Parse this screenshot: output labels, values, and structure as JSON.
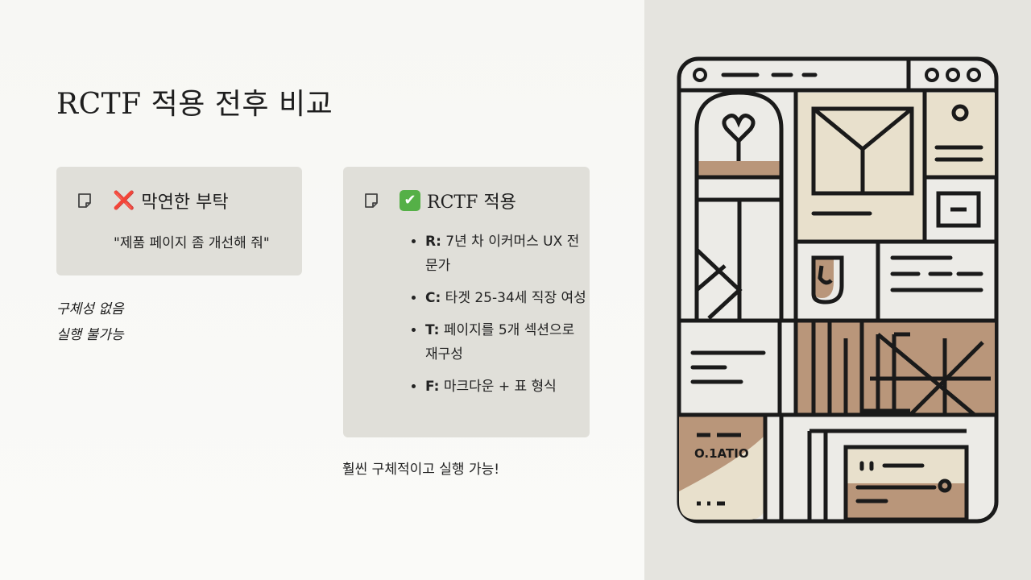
{
  "slide": {
    "title": "RCTF 적용 전후 비교"
  },
  "before": {
    "icon": "note-icon",
    "emoji": "❌",
    "label": "막연한 부탁",
    "quote": "\"제품 페이지 좀 개선해 줘\"",
    "notes": [
      "구체성 없음",
      "실행 불가능"
    ]
  },
  "after": {
    "icon": "note-icon",
    "emoji": "✔",
    "label": "RCTF 적용",
    "items": [
      {
        "key": "R:",
        "text": " 7년 차 이커머스 UX 전문가"
      },
      {
        "key": "C:",
        "text": " 타겟 25-34세 직장 여성"
      },
      {
        "key": "T:",
        "text": " 페이지를 5개 섹션으로 재구성"
      },
      {
        "key": "F:",
        "text": " 마크다운 + 표 형식"
      }
    ],
    "result": "훨씬 구체적이고 실행 가능!"
  },
  "illustration": {
    "badge_text": "O.1ATIO",
    "colors": {
      "stroke": "#1a1a1a",
      "tan": "#b9967a",
      "cream": "#e8e0cc",
      "light": "#ecebe7"
    }
  }
}
